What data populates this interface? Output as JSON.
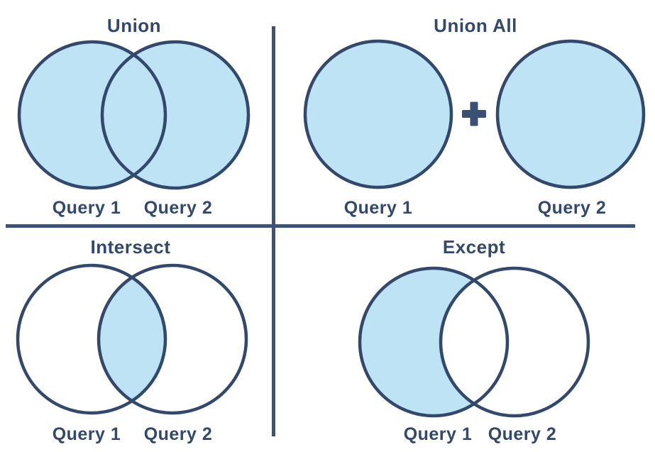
{
  "colors": {
    "circle_fill": "#BEE3F4",
    "circle_stroke": "#33496B",
    "text": "#33496B",
    "divider": "#3D5276",
    "plus": "#3A5173",
    "background": "#FFFFFF"
  },
  "quadrants": {
    "union": {
      "title": "Union",
      "left_label": "Query 1",
      "right_label": "Query 2"
    },
    "union_all": {
      "title": "Union All",
      "left_label": "Query 1",
      "right_label": "Query 2",
      "plus_icon": "plus"
    },
    "intersect": {
      "title": "Intersect",
      "left_label": "Query 1",
      "right_label": "Query 2"
    },
    "except": {
      "title": "Except",
      "left_label": "Query 1",
      "right_label": "Query 2"
    }
  }
}
